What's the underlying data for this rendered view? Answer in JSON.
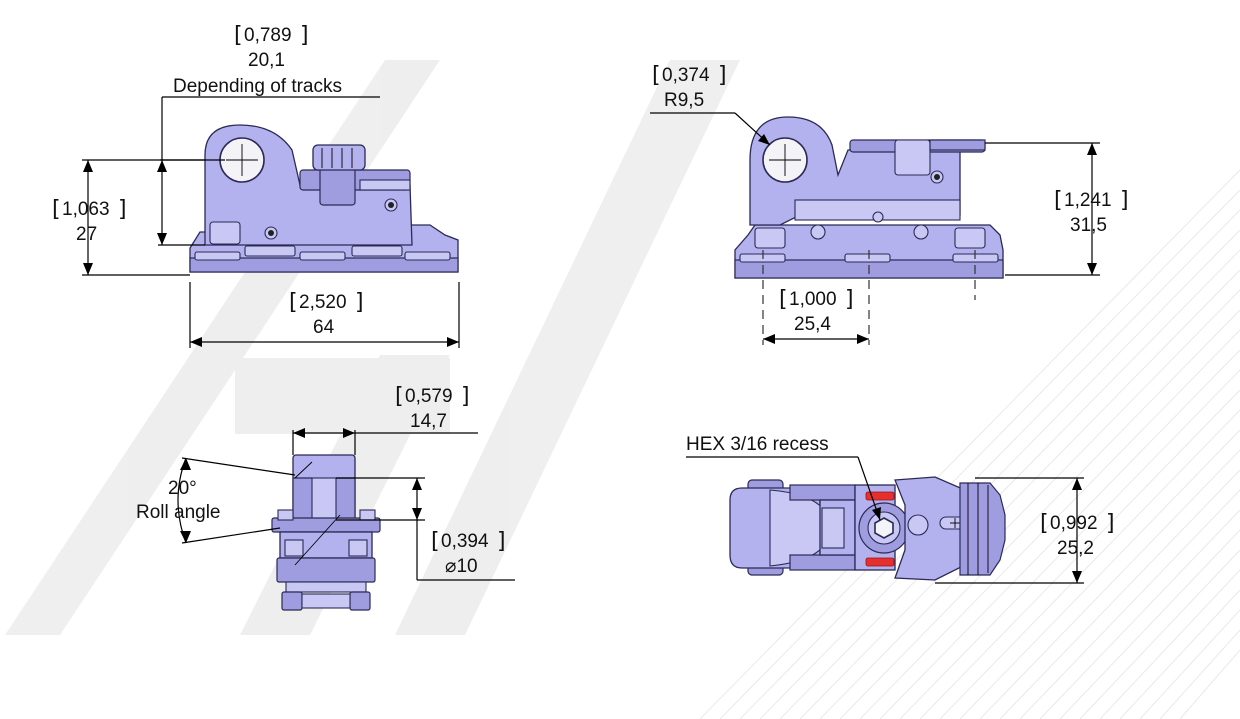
{
  "colors": {
    "part_fill": "#b4b2ee",
    "part_edge": "#2b2a55",
    "accent_red": "#e53030",
    "watermark": "#ececec"
  },
  "views": {
    "front": {
      "top_inch": "0,789",
      "top_mm": "20,1",
      "note": "Depending of tracks",
      "height_inch": "1,063",
      "height_mm": "27",
      "width_inch": "2,520",
      "width_mm": "64"
    },
    "side": {
      "radius_inch": "0,374",
      "radius_mm": "R9,5",
      "height_inch": "1,241",
      "height_mm": "31,5",
      "spacing_inch": "1,000",
      "spacing_mm": "25,4"
    },
    "end": {
      "width_inch": "0,579",
      "width_mm": "14,7",
      "angle": "20°",
      "angle_label": "Roll angle",
      "dia_inch": "0,394",
      "dia_mm": "⌀10"
    },
    "top": {
      "hex_label": "HEX 3/16 recess",
      "width_inch": "0,992",
      "width_mm": "25,2"
    }
  }
}
